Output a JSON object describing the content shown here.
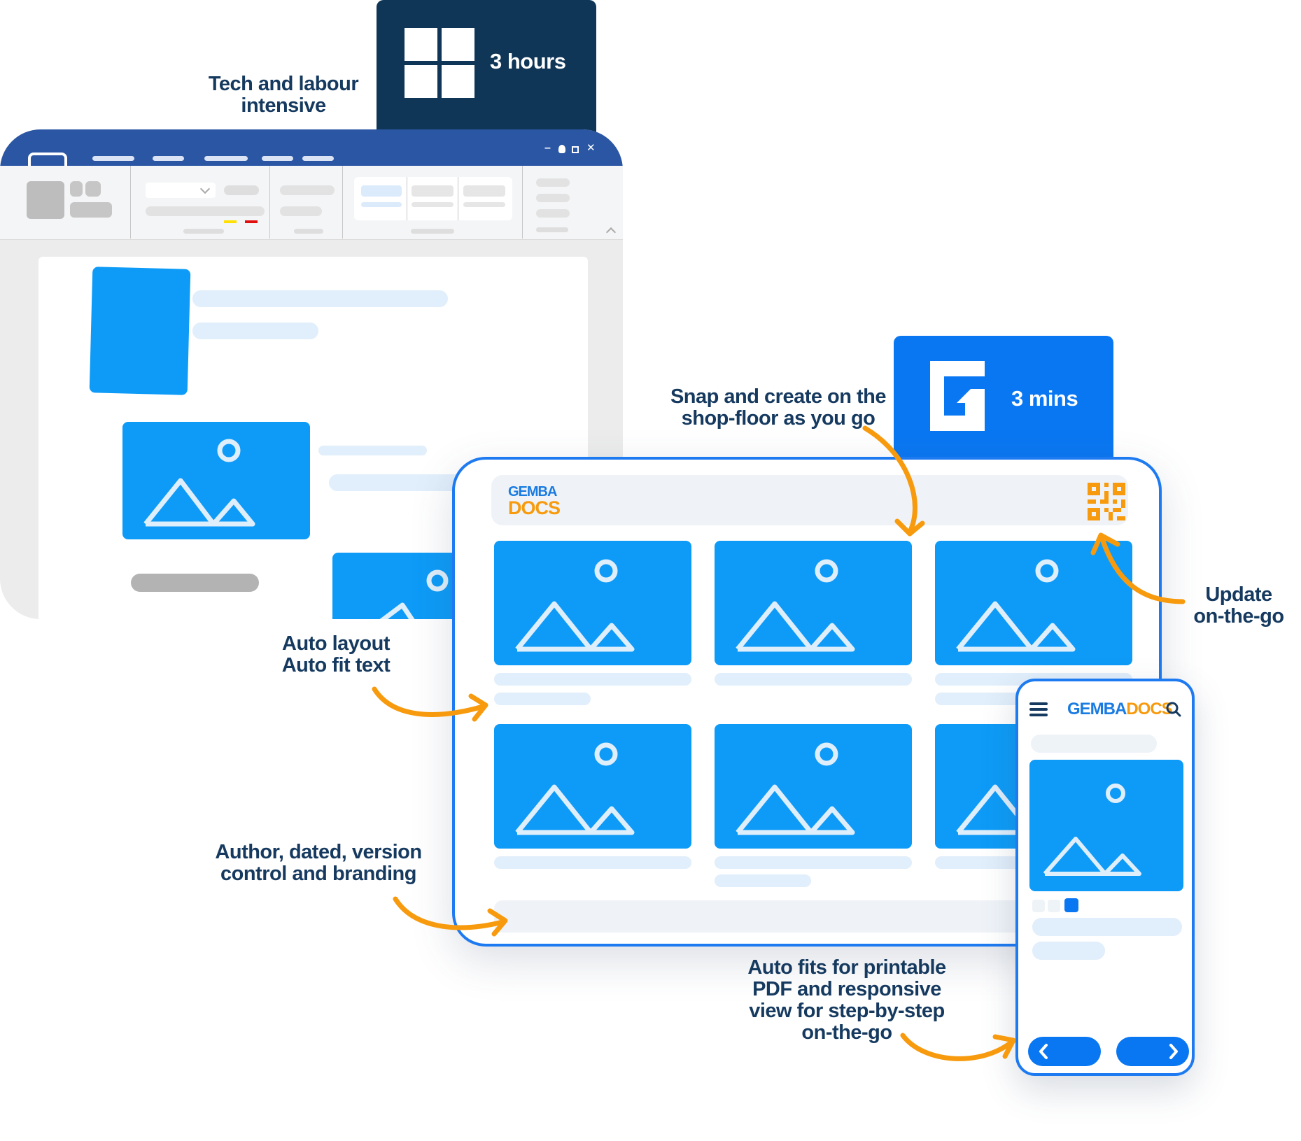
{
  "legacy": {
    "badge": {
      "time": "3 hours",
      "icon": "windows-logo-icon",
      "color": "#0f3557"
    },
    "caption": [
      "Tech and labour",
      "intensive"
    ],
    "window_controls": {
      "minimize": "–",
      "close": "✕"
    },
    "colors": {
      "titlebar": "#2b56a4",
      "ribbon": "#f4f5f6",
      "canvas": "#ececec",
      "accent": "#0d9bf7"
    }
  },
  "gemba": {
    "badge": {
      "time": "3 mins",
      "icon": "gembadocs-g-icon",
      "color": "#0a77f2"
    },
    "logo": {
      "top": "GEMBA",
      "bottom": "DOCS",
      "top_color": "#1a7be0",
      "bottom_color": "#f79a0d"
    },
    "mobile_logo": {
      "part1": "GEMBA",
      "part2": "DOCS"
    },
    "colors": {
      "accent": "#0d9bf7",
      "frame": "#1d7af0",
      "arrow": "#f79a0d",
      "navy": "#163a5f"
    }
  },
  "captions": {
    "snap": [
      "Snap and create on the",
      "shop-floor as you go"
    ],
    "update": [
      "Update",
      "on-the-go"
    ],
    "auto_layout": [
      "Auto layout",
      "Auto fit text"
    ],
    "author": [
      "Author, dated, version",
      "control and branding"
    ],
    "auto_fits": [
      "Auto fits for printable",
      "PDF and responsive",
      "view for step-by-step",
      "on-the-go"
    ]
  }
}
